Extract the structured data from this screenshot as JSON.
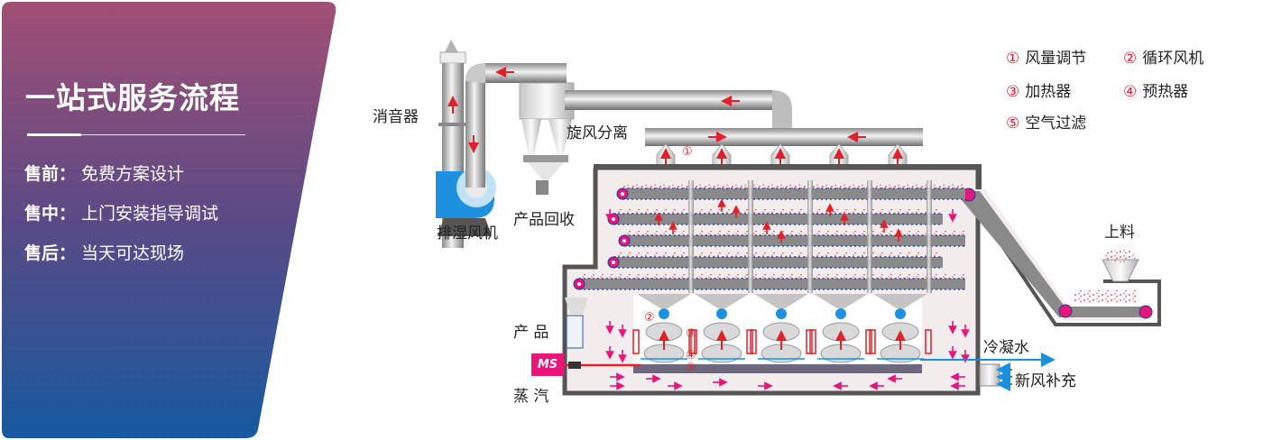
{
  "panel": {
    "title": "一站式服务流程",
    "services": [
      {
        "key": "售前：",
        "value": "免费方案设计"
      },
      {
        "key": "售中：",
        "value": "上门安装指导调试"
      },
      {
        "key": "售后：",
        "value": "当天可达现场"
      }
    ],
    "gradient": {
      "top": "#a24f74",
      "middle": "#5a4a85",
      "bottom": "#16599f"
    }
  },
  "diagram": {
    "labels": {
      "muffler": "消音器",
      "cyclone": "旋风分离",
      "exhaust_fan": "排湿风机",
      "product_recovery": "产品回收",
      "product": "产 品",
      "steam": "蒸 汽",
      "steam_box": "MS",
      "feeding": "上料",
      "condensate": "冷凝水",
      "fresh_air": "新风补充"
    },
    "legend": [
      {
        "num": "①",
        "text": "风量调节"
      },
      {
        "num": "②",
        "text": "循环风机"
      },
      {
        "num": "③",
        "text": "加热器"
      },
      {
        "num": "④",
        "text": "预热器"
      },
      {
        "num": "⑤",
        "text": "空气过滤"
      }
    ],
    "markers": {
      "m1": "①",
      "m2": "②",
      "m3": "③",
      "m4": "④",
      "m5": "⑤"
    },
    "colors": {
      "accent_red": "#e0202a",
      "magenta": "#e8167a",
      "belt": "#8a8a8a",
      "chamber": "#f3ecec",
      "water_blue": "#1a8fe0",
      "fan_blue": "#1e90e0"
    }
  }
}
